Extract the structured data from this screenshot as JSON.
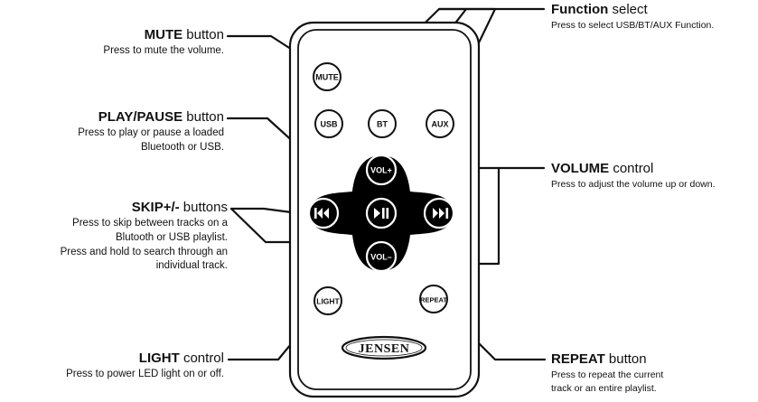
{
  "labels": {
    "mute": {
      "name": "MUTE",
      "rest": " button",
      "desc": [
        "Press to mute the volume."
      ]
    },
    "playpause": {
      "name": "PLAY/PAUSE",
      "rest": " button",
      "desc": [
        "Press to play or pause a  loaded",
        "Bluetooth or USB."
      ]
    },
    "skip": {
      "name": "SKIP+/-",
      "rest": " buttons",
      "desc": [
        "Press to skip between tracks on a",
        "Blutooth or USB playlist.",
        "Press and hold to search through an",
        "individual track."
      ]
    },
    "light": {
      "name": "LIGHT",
      "rest": " control",
      "desc": [
        "Press to power LED light on or off."
      ]
    },
    "function": {
      "name": "Function",
      "rest": " select",
      "desc": [
        "Press to select USB/BT/AUX Function."
      ]
    },
    "volume": {
      "name": "VOLUME",
      "rest": " control",
      "desc": [
        "Press to adjust the volume up or down."
      ]
    },
    "repeat": {
      "name": "REPEAT",
      "rest": " button",
      "desc": [
        "Press to repeat the current",
        "track or an entire playlist."
      ]
    }
  },
  "remote": {
    "buttons": {
      "mute": "MUTE",
      "usb": "USB",
      "bt": "BT",
      "aux": "AUX",
      "vol_up": "VOL+",
      "vol_down": "VOL–",
      "light": "LIGHT",
      "repeat": "REPEAT"
    },
    "brand": "JENSEN"
  },
  "colors": {
    "line": "#111111",
    "fill": "#ffffff",
    "dpad": "#000000"
  },
  "icons": {
    "prev": "skip-back-icon",
    "play": "play-pause-icon",
    "next": "skip-forward-icon"
  }
}
